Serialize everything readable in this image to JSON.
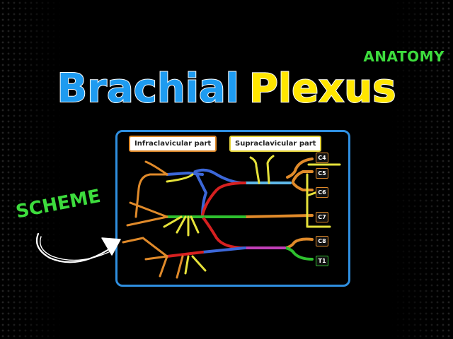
{
  "tag": {
    "text": "ANATOMY",
    "color": "#3ddc3d"
  },
  "title": {
    "word1": "Brachial",
    "word2": "Plexus",
    "color1": "#1e9bf0",
    "color2": "#ffe600"
  },
  "diagram": {
    "labels": {
      "infraclavicular": "Infraclavicular part",
      "supraclavicular": "Supraclavicular part"
    },
    "roots": [
      "C4",
      "C5",
      "C6",
      "C7",
      "C8",
      "T1"
    ],
    "border_color": "#2f8fe0"
  },
  "callout": {
    "text": "SCHEME",
    "color": "#3ddc3d",
    "arrow_icon": "hand-drawn-arrow-icon"
  }
}
